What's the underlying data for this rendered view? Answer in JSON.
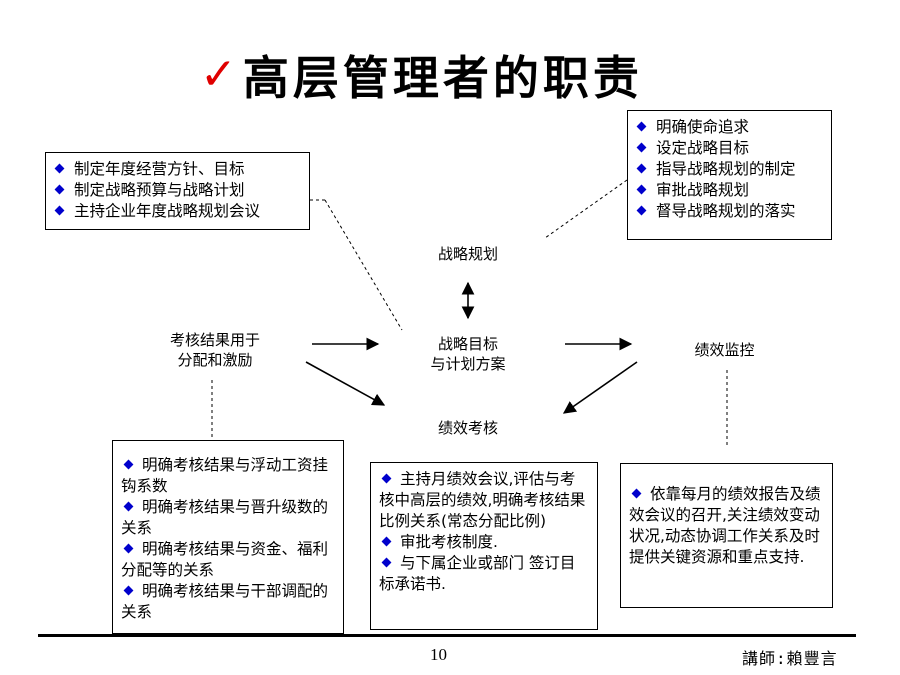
{
  "title": "高层管理者的职责",
  "box_top_left": [
    "制定年度经营方针、目标",
    "制定战略预算与战略计划",
    "主持企业年度战略规划会议"
  ],
  "box_top_right": [
    "明确使命追求",
    "设定战略目标",
    "指导战略规划的制定",
    "审批战略规划",
    "督导战略规划的落实"
  ],
  "nodes": {
    "strategy_planning": "战略规划",
    "goal_line1": "战略目标",
    "goal_line2": "与计划方案",
    "use_line1": "考核结果用于",
    "use_line2": "分配和激励",
    "monitor": "绩效监控",
    "assessment": "绩效考核"
  },
  "box_bottom_left": [
    "明确考核结果与浮动工资挂钩系数",
    "明确考核结果与晋升级数的关系",
    "明确考核结果与资金、福利分配等的关系",
    "明确考核结果与干部调配的关系"
  ],
  "box_bottom_mid": [
    "主持月绩效会议,评估与考核中高层的绩效,明确考核结果比例关系(常态分配比例)",
    "审批考核制度.",
    "与下属企业或部门 签订目标承诺书."
  ],
  "box_bottom_right": [
    "依靠每月的绩效报告及绩效会议的召开,关注绩效变动状况,动态协调工作关系及时提供关键资源和重点支持."
  ],
  "page_number": "10",
  "lecturer": "講師:賴豐言",
  "colors": {
    "check": "#e00000",
    "bullet": "#0000cc"
  },
  "icons": {
    "title_mark": "checkmark-icon",
    "bullet": "diamond-bullet-icon"
  }
}
